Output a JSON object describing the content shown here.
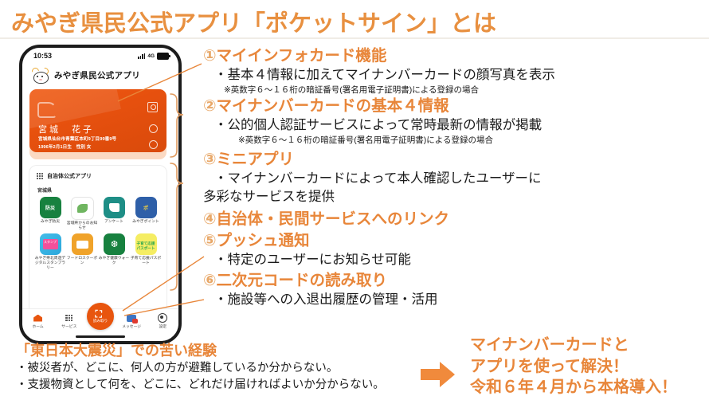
{
  "title": "みやぎ県民公式アプリ「ポケットサイン」とは",
  "colors": {
    "accent_orange": "#E8863A",
    "title_orange": "#E89040",
    "card_orange": "#E6500E",
    "number_orange": "#E8A869",
    "arrow_orange": "#F08A3C"
  },
  "phone": {
    "status": {
      "time": "10:53",
      "network": "4G",
      "signal_icon": "signal-bars-icon",
      "battery_icon": "battery-icon"
    },
    "app_header": {
      "logo_icon": "miyagi-mascot-icon",
      "app_name": "みやぎ県民公式アプリ"
    },
    "card": {
      "name": "宮城　花子",
      "address": "宮城県仙台市青葉区本町9丁目99番9号",
      "birth": "1996年2月1日生　性別 女",
      "photo_icon": "face-photo-icon",
      "logo_icon": "card-logo-icon",
      "toggle_icon_1": "eye-toggle-icon",
      "toggle_icon_2": "eye-toggle-icon"
    },
    "panel": {
      "grid_icon": "grid-icon",
      "heading": "自治体公式アプリ",
      "prefecture": "宮城県",
      "apps": [
        {
          "label": "みやぎ防災",
          "icon": "bosai-icon",
          "icon_text": "防災"
        },
        {
          "label": "宮城県からのお知らせ",
          "icon": "leaf-icon",
          "icon_text": ""
        },
        {
          "label": "アンケート",
          "icon": "questionnaire-icon",
          "icon_text": ""
        },
        {
          "label": "みやぎポイント",
          "icon": "miyagi-point-icon",
          "icon_text": "ポ"
        },
        {
          "label": "みやぎ県北周遊デジタルスタンプラリー",
          "icon": "stamp-rally-icon",
          "icon_text": "スタンプ"
        },
        {
          "label": "フードロスクーポン",
          "icon": "coupon-icon",
          "icon_text": ""
        },
        {
          "label": "みやぎ健康ウォーク",
          "icon": "footprint-icon",
          "icon_text": ""
        },
        {
          "label": "子育て応援パスポート",
          "icon": "kosodate-passport-icon",
          "icon_text": "子育て応援パスポート"
        }
      ]
    },
    "tabbar": {
      "items": [
        {
          "label": "ホーム",
          "icon": "home-icon"
        },
        {
          "label": "サービス",
          "icon": "grid-icon"
        },
        {
          "label": "メッセージ",
          "icon": "message-icon"
        },
        {
          "label": "設定",
          "icon": "settings-icon"
        }
      ],
      "scan": {
        "label": "読み取り",
        "icon": "qr-scan-icon"
      }
    }
  },
  "sections": [
    {
      "number": "①",
      "heading": "マイインフォカード機能",
      "body": "・基本４情報に加えてマイナンバーカードの顔写真を表示",
      "note": "※英数字６～１６桁の暗証番号(署名用電子証明書)による登録の場合"
    },
    {
      "number": "②",
      "heading": "マイナンバーカードの基本４情報",
      "body": "・公的個人認証サービスによって常時最新の情報が掲載",
      "note": "※英数字６～１６桁の暗証番号(署名用電子証明書)による登録の場合"
    },
    {
      "number": "③",
      "heading": "ミニアプリ",
      "body": "・マイナンバーカードによって本人確認したユーザーに",
      "body2": "多彩なサービスを提供",
      "note": ""
    },
    {
      "number": "④",
      "heading": "自治体・民間サービスへのリンク",
      "body": "",
      "note": ""
    },
    {
      "number": "⑤",
      "heading": "プッシュ通知",
      "body": "・特定のユーザーにお知らせ可能",
      "note": ""
    },
    {
      "number": "⑥",
      "heading": "二次元コードの読み取り",
      "body": "・施設等への入退出履歴の管理・活用",
      "note": ""
    }
  ],
  "bottom": {
    "left_title": "「東日本大震災」での苦い経験",
    "left_lines": [
      "・被災者が、どこに、何人の方が避難しているか分からない。",
      "・支援物資として何を、どこに、どれだけ届ければよいか分からない。"
    ],
    "arrow_icon": "right-arrow-icon",
    "right_lines": [
      "マイナンバーカードと",
      "アプリを使って解決！",
      "令和６年４月から本格導入！"
    ]
  }
}
